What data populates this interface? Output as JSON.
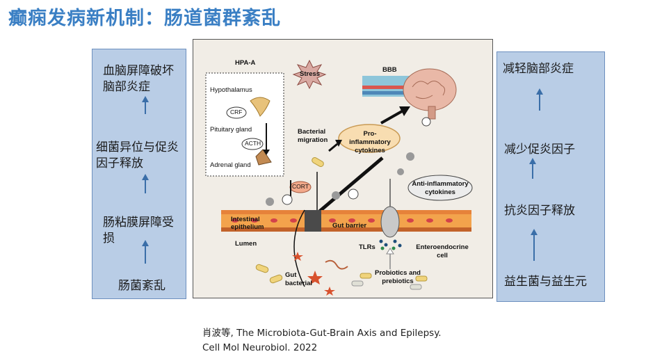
{
  "slide": {
    "title": "癫痫发病新机制：肠道菌群紊乱",
    "citation_line1": "肖波等, The Microbiota-Gut-Brain Axis and Epilepsy.",
    "citation_line2": "Cell Mol Neurobiol. 2022"
  },
  "left_panel": {
    "items": [
      "血脑屏障破坏脑部炎症",
      "细菌异位与促炎因子释放",
      "肠粘膜屏障受损",
      "肠菌紊乱"
    ]
  },
  "right_panel": {
    "items": [
      "减轻脑部炎症",
      "减少促炎因子",
      "抗炎因子释放",
      "益生菌与益生元"
    ]
  },
  "figure": {
    "hpa": "HPA-A",
    "stress": "Stress",
    "hypothalamus": "Hypothalamus",
    "crf": "CRF",
    "pituitary": "Pituitary gland",
    "acth": "ACTH",
    "adrenal": "Adrenal gland",
    "cort": "CORT",
    "bbb": "BBB",
    "bacterial_migration": "Bacterial migration",
    "pro_inflammatory": "Pro-inflammatory cytokines",
    "anti_inflammatory": "Anti-inflammatory cytokines",
    "intestinal_epithelium": "Intestinal epithelium",
    "gut_barrier": "Gut barrier",
    "lumen": "Lumen",
    "tlrs": "TLRs",
    "enteroendocrine": "Enteroendocrine cell",
    "gut_bacterial": "Gut bacterial",
    "probiotics": "Probiotics and prebiotics"
  },
  "colors": {
    "title": "#3a7fc4",
    "panel_fill": "#b9cde6",
    "panel_border": "#6c8fbe",
    "arrow": "#3a6ea8"
  }
}
